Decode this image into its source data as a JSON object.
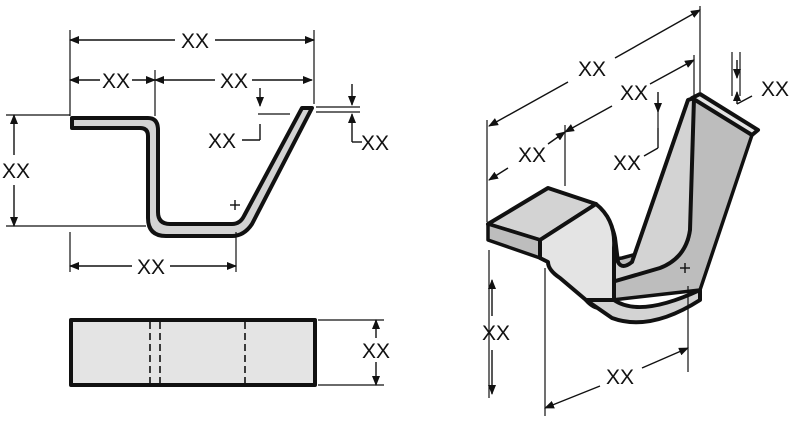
{
  "front_view": {
    "overall_width": "XX",
    "left_flange_width": "XX",
    "right_span_width": "XX",
    "right_tip_offset": "XX",
    "thickness": "XX",
    "overall_height": "XX",
    "base_length": "XX"
  },
  "top_view": {
    "depth": "XX"
  },
  "isometric_view": {
    "overall_length": "XX",
    "right_span": "XX",
    "left_flange": "XX",
    "tip_offset": "XX",
    "thickness": "XX",
    "height": "XX",
    "base_length": "XX"
  }
}
